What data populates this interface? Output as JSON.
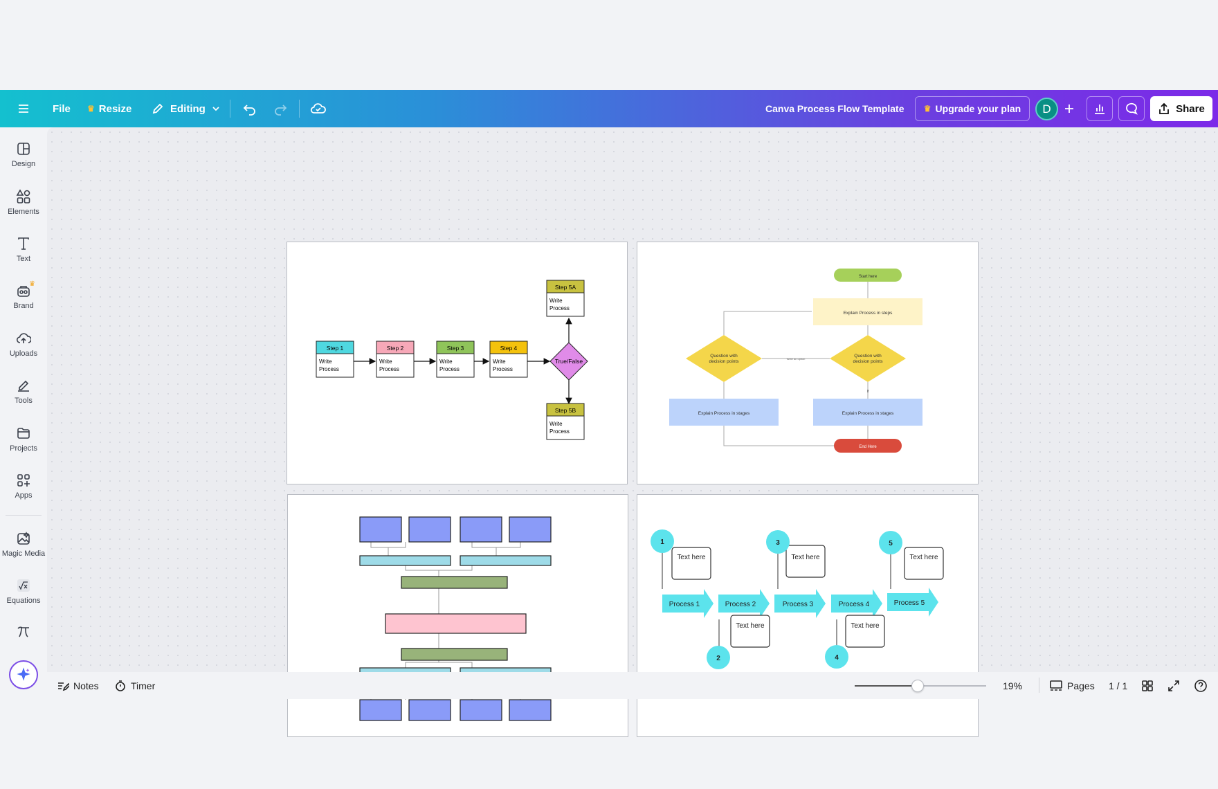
{
  "topbar": {
    "file": "File",
    "resize": "Resize",
    "editing": "Editing",
    "doc_title": "Canva Process Flow Template",
    "upgrade": "Upgrade your plan",
    "avatar_initial": "D",
    "share": "Share"
  },
  "sidebar": {
    "items": [
      {
        "label": "Design",
        "icon": "design-icon"
      },
      {
        "label": "Elements",
        "icon": "elements-icon"
      },
      {
        "label": "Text",
        "icon": "text-icon"
      },
      {
        "label": "Brand",
        "icon": "brand-icon"
      },
      {
        "label": "Uploads",
        "icon": "uploads-icon"
      },
      {
        "label": "Tools",
        "icon": "tools-icon"
      },
      {
        "label": "Projects",
        "icon": "projects-icon"
      },
      {
        "label": "Apps",
        "icon": "apps-icon"
      },
      {
        "label": "Magic Media",
        "icon": "magic-media-icon"
      },
      {
        "label": "Equations",
        "icon": "equations-icon"
      }
    ]
  },
  "page1": {
    "steps": [
      {
        "title": "Step 1",
        "body1": "Write",
        "body2": "Process",
        "color": "#4fd8e0"
      },
      {
        "title": "Step 2",
        "body1": "Write",
        "body2": "Process",
        "color": "#f7a8b8"
      },
      {
        "title": "Step 3",
        "body1": "Write",
        "body2": "Process",
        "color": "#8fc45a"
      },
      {
        "title": "Step 4",
        "body1": "Write",
        "body2": "Process",
        "color": "#f4c20d"
      }
    ],
    "decision": "True/False",
    "step5a": {
      "title": "Step 5A",
      "body1": "Write",
      "body2": "Process"
    },
    "step5b": {
      "title": "Step 5B",
      "body1": "Write",
      "body2": "Process"
    }
  },
  "page2": {
    "start": "Start here",
    "explain_steps": "Explain Process in steps",
    "decision_left1": "Question with",
    "decision_left2": "decision points",
    "decision_right1": "Question with",
    "decision_right2": "decision points",
    "edge_label": "Write an option",
    "edge_label2": "If",
    "stage_left": "Explain Process in stages",
    "stage_right": "Explain Process in stages",
    "end": "End Here"
  },
  "page4": {
    "processes": [
      "Process 1",
      "Process 2",
      "Process 3",
      "Process 4",
      "Process 5"
    ],
    "numbers": [
      "1",
      "2",
      "3",
      "4",
      "5"
    ],
    "text_here": "Text here"
  },
  "bottombar": {
    "notes": "Notes",
    "timer": "Timer",
    "zoom": "19%",
    "zoom_fraction": 0.48,
    "pages": "Pages",
    "page_count": "1 / 1"
  }
}
